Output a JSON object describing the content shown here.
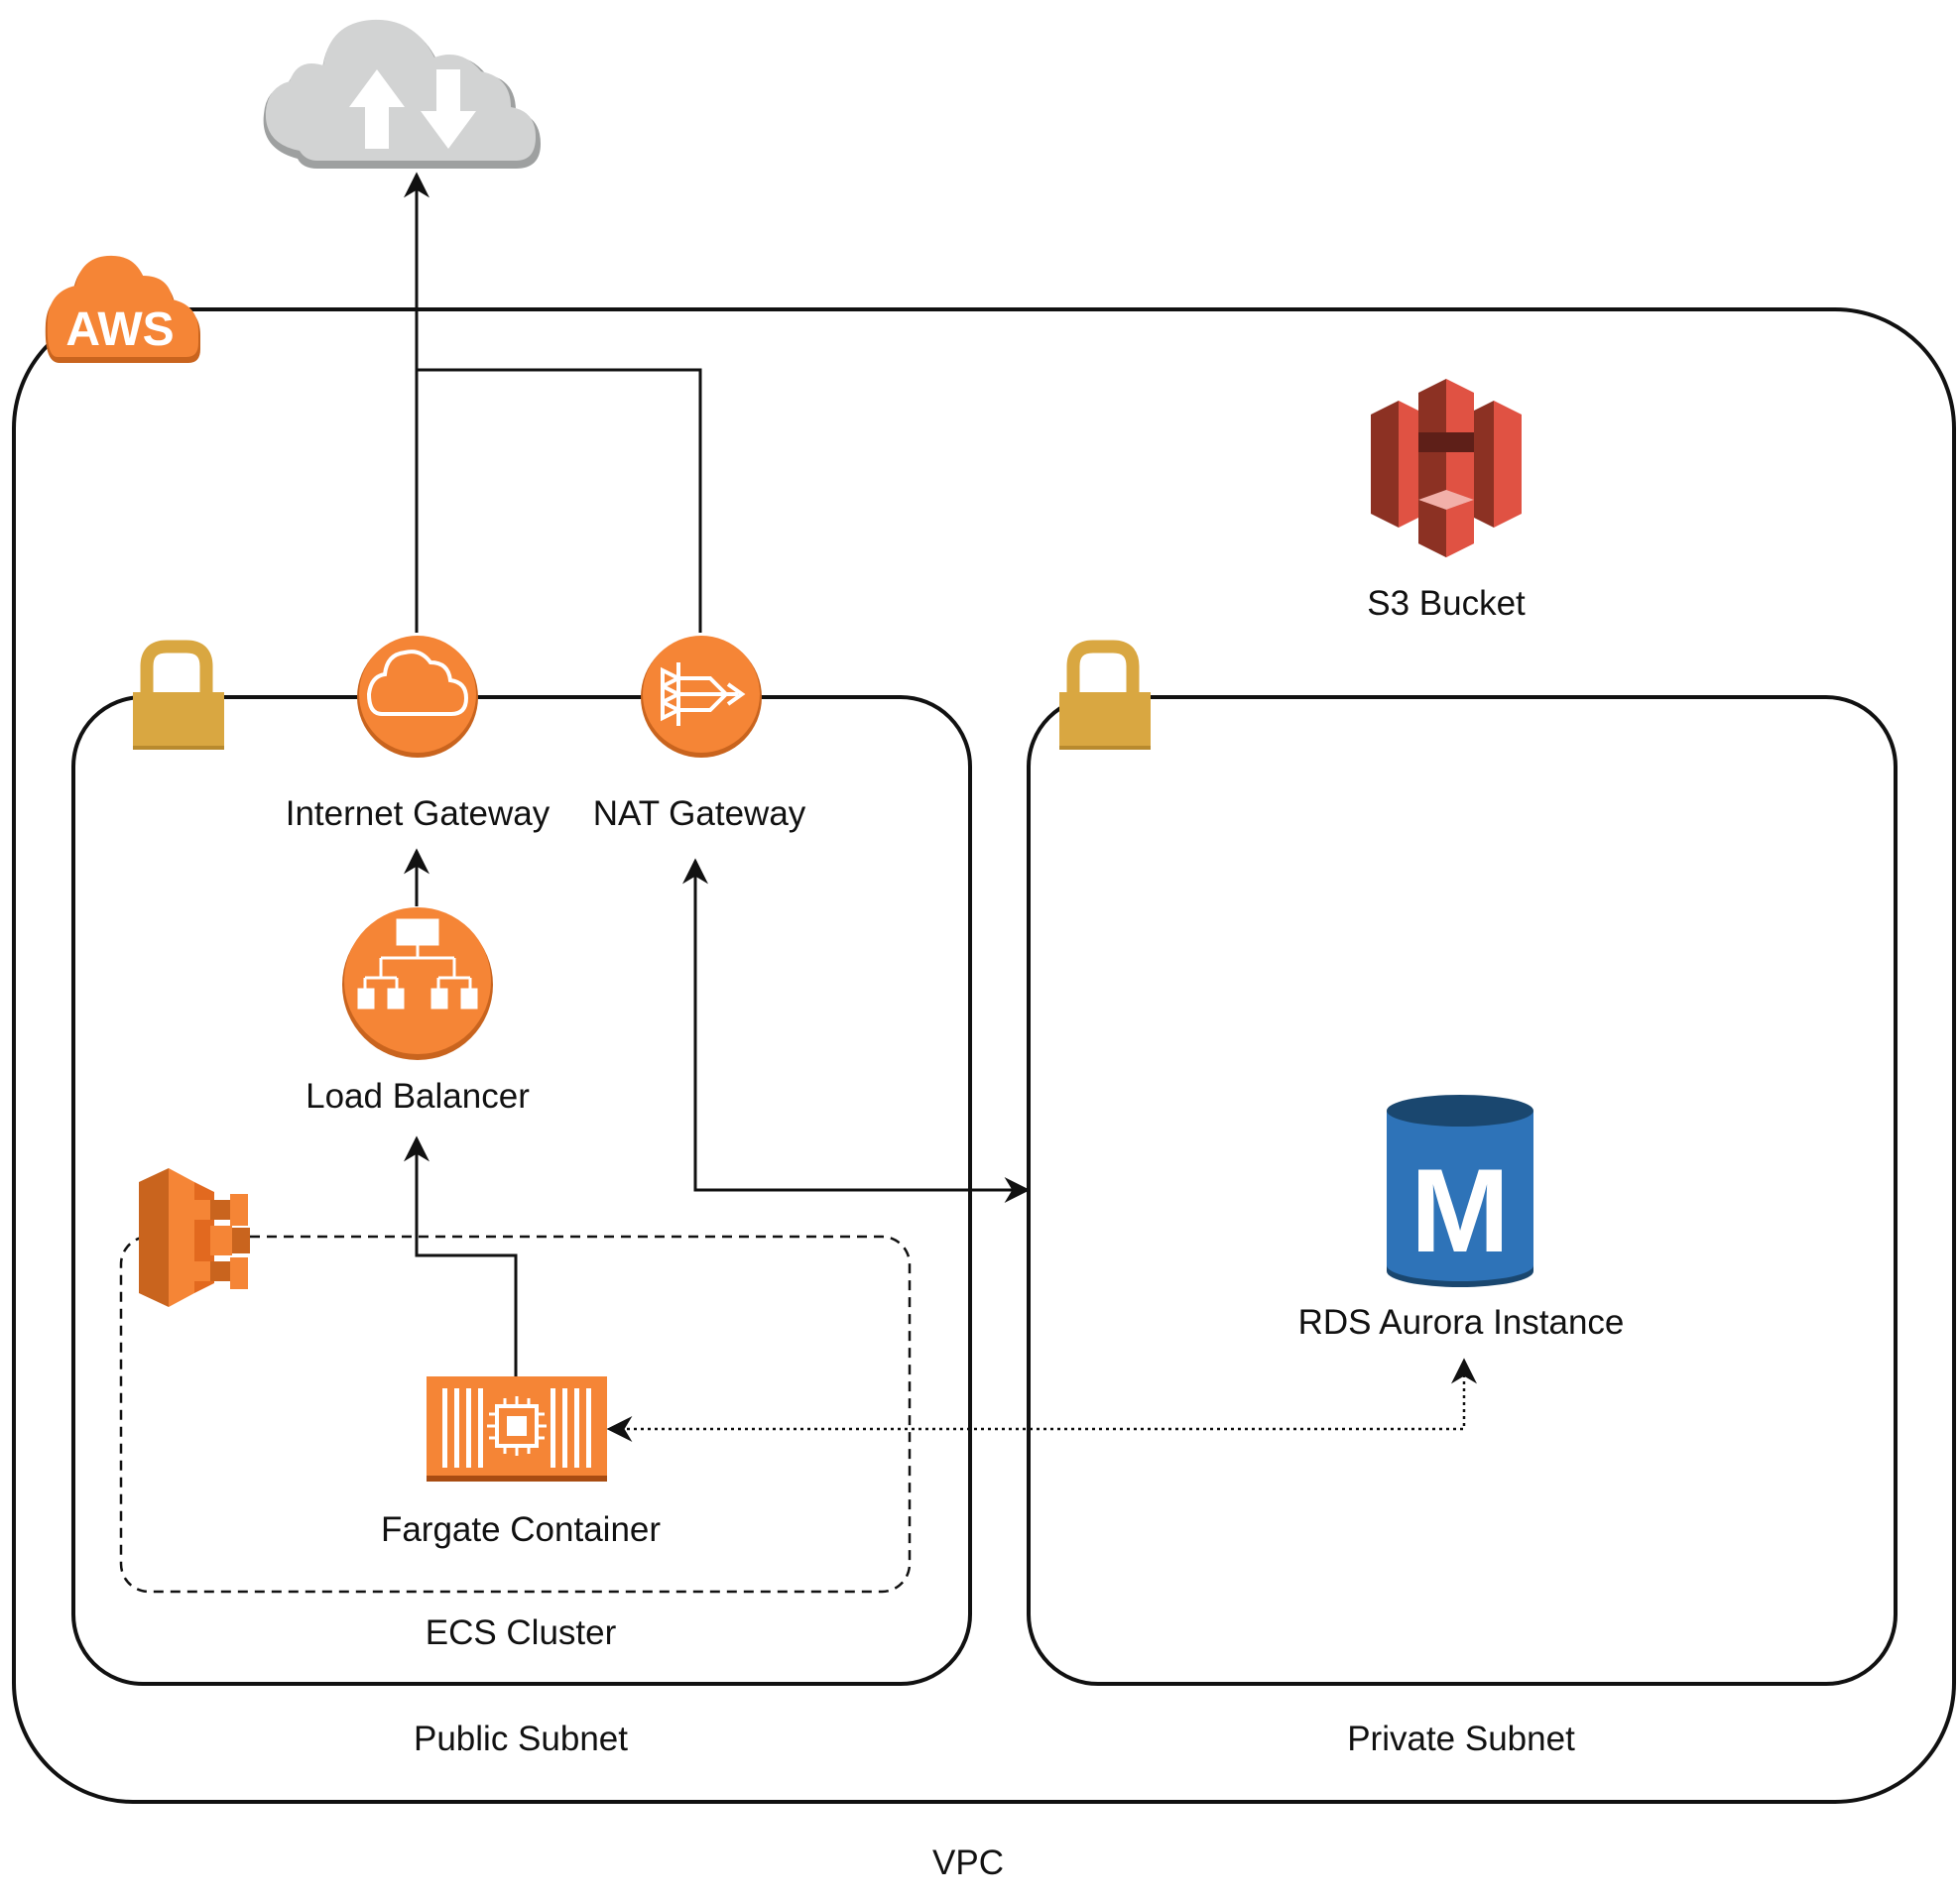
{
  "labels": {
    "vpc": "VPC",
    "public_subnet": "Public Subnet",
    "private_subnet": "Private Subnet",
    "ecs_cluster": "ECS Cluster",
    "internet_gateway": "Internet Gateway",
    "nat_gateway": "NAT Gateway",
    "load_balancer": "Load Balancer",
    "fargate_container": "Fargate Container",
    "s3_bucket": "S3 Bucket",
    "rds_aurora": "RDS Aurora Instance",
    "aws_badge": "AWS",
    "rds_letter": "M"
  },
  "colors": {
    "aws_orange": "#F58536",
    "lock_gold": "#D9A741",
    "s3_red": "#E05243",
    "rds_blue": "#2E73B8",
    "internet_cloud": "#D2D3D3",
    "line": "#111111"
  },
  "icons": {
    "internet": "internet-cloud-icon",
    "aws": "aws-cloud-icon",
    "lock": "lock-icon",
    "internet_gateway": "internet-gateway-icon",
    "nat_gateway": "nat-gateway-icon",
    "load_balancer": "load-balancer-icon",
    "ecs": "ecs-icon",
    "fargate": "fargate-icon",
    "s3": "s3-bucket-icon",
    "rds": "rds-database-icon"
  }
}
